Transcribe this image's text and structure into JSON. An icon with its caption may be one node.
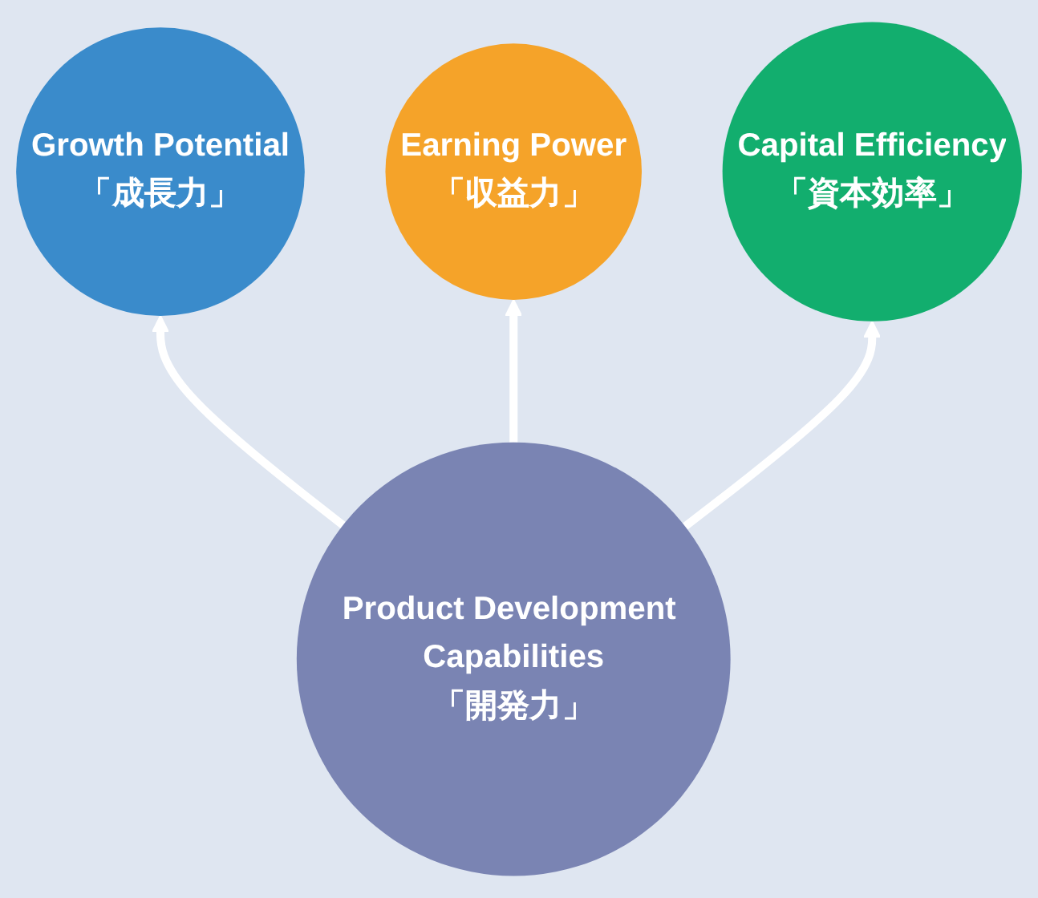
{
  "diagram": {
    "nodes": [
      {
        "text": [
          "Growth Potential",
          "「成長力」"
        ]
      },
      {
        "text": [
          "Product Development Capabilities",
          "「開発力」"
        ]
      },
      {
        "text": [
          "Earning Power",
          "「収益力」"
        ]
      },
      {
        "text": [
          "Capital Efficiency",
          "「資本効率」"
        ]
      }
    ],
    "edges": [
      {
        "from": 1,
        "to": 0,
        "arrow": "to"
      },
      {
        "from": 1,
        "to": 2,
        "arrow": "to"
      },
      {
        "from": 1,
        "to": 3,
        "arrow": "to"
      }
    ]
  }
}
